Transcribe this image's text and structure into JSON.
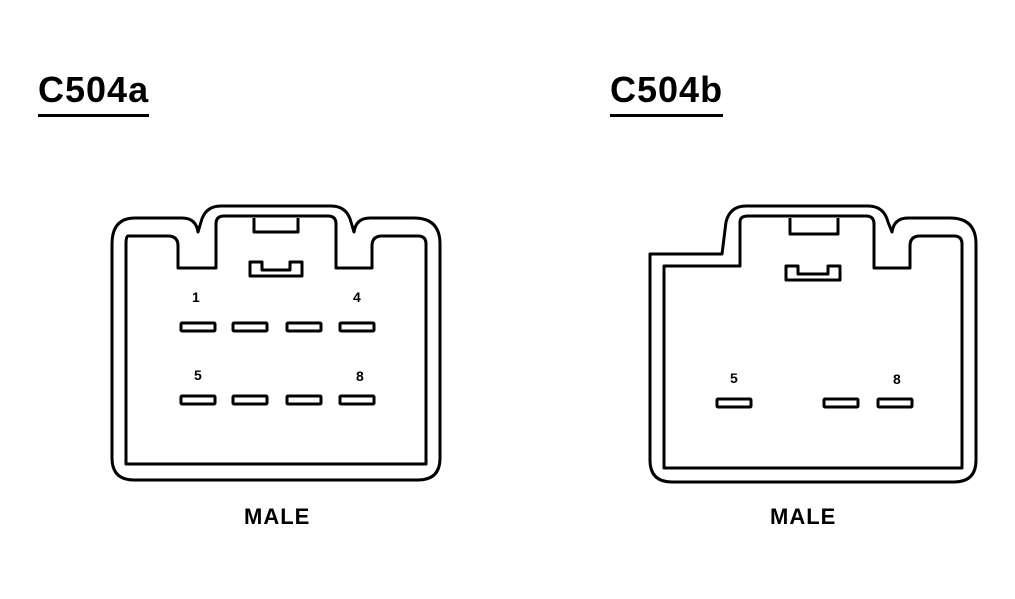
{
  "connectors": [
    {
      "id": "a",
      "title": "C504a",
      "gender": "MALE",
      "pin_labels": [
        "1",
        "4",
        "5",
        "8"
      ]
    },
    {
      "id": "b",
      "title": "C504b",
      "gender": "MALE",
      "pin_labels": [
        "5",
        "8"
      ]
    }
  ]
}
